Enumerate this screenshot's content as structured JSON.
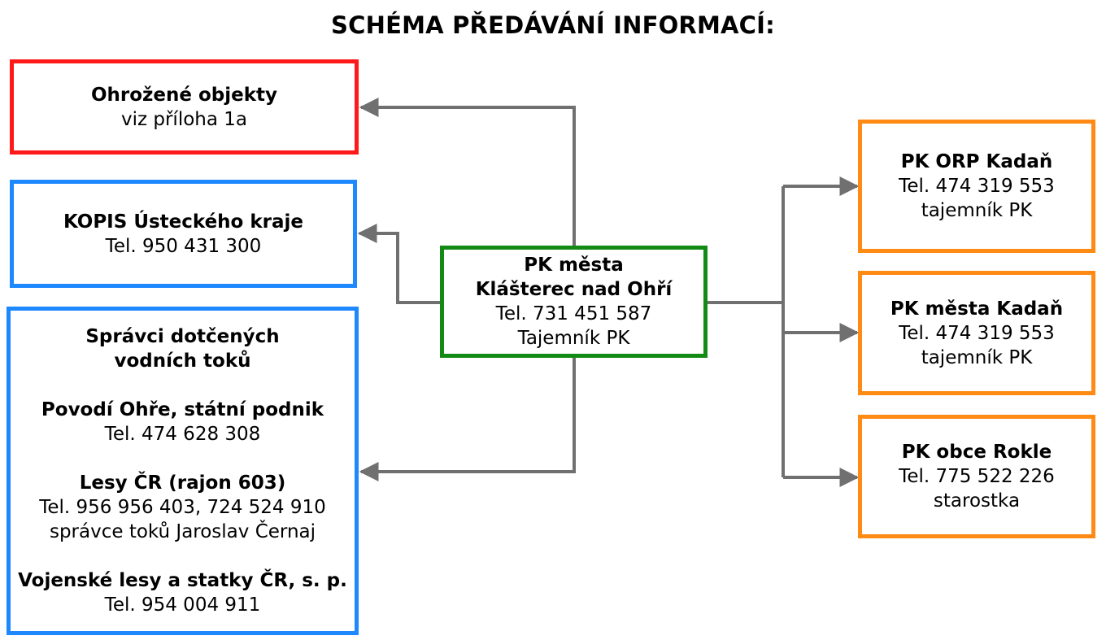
{
  "title": "SCHÉMA PŘEDÁVÁNÍ INFORMACÍ:",
  "colors": {
    "red": "#ff1a1a",
    "blue": "#1e88ff",
    "green": "#138a13",
    "orange": "#ff8a14",
    "connector": "#707070"
  },
  "center": {
    "line1": "PK města",
    "line2": "Klášterec nad Ohří",
    "line3": "Tel. 731 451 587",
    "line4": "Tajemník PK"
  },
  "left": {
    "ohrozene": {
      "title": "Ohrožené objekty",
      "line": "viz příloha 1a"
    },
    "kopis": {
      "title": "KOPIS Ústeckého kraje",
      "line": "Tel. 950 431 300"
    },
    "spravci": {
      "title1": "Správci dotčených",
      "title2": "vodních toků",
      "povodi_title": "Povodí Ohře, státní podnik",
      "povodi_tel": "Tel. 474 628 308",
      "lesy_title": "Lesy ČR (rajon 603)",
      "lesy_tel": "Tel. 956 956 403, 724 524 910",
      "lesy_person": "správce toků Jaroslav Černaj",
      "vojenske_title": "Vojenské lesy a statky ČR, s. p.",
      "vojenske_tel": "Tel. 954 004 911"
    }
  },
  "right": {
    "orp_kadan": {
      "title": "PK ORP Kadaň",
      "tel": "Tel. 474 319 553",
      "role": "tajemník PK"
    },
    "mesto_kadan": {
      "title": "PK města Kadaň",
      "tel": "Tel. 474 319 553",
      "role": "tajemník PK"
    },
    "rokle": {
      "title": "PK obce Rokle",
      "tel": "Tel. 775 522 226",
      "role": "starostka"
    }
  }
}
